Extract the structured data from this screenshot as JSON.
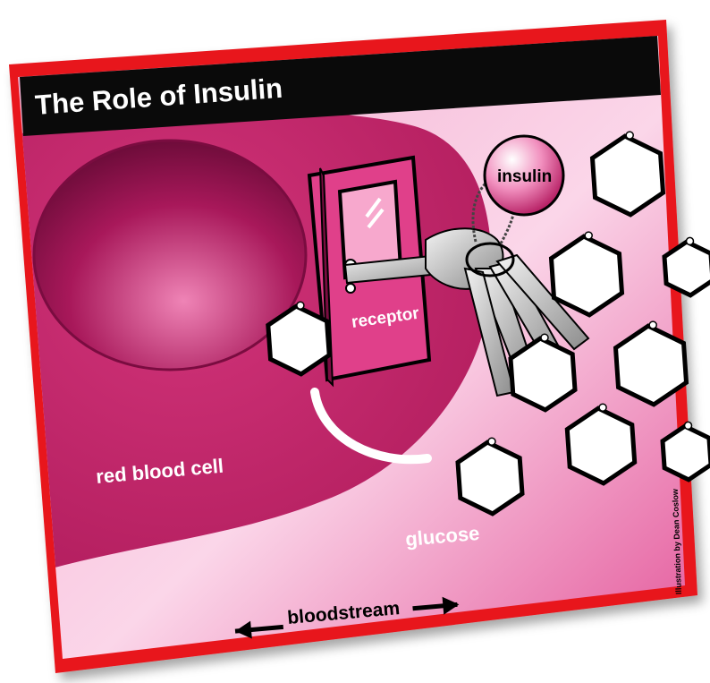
{
  "title": "The Role of Insulin",
  "labels": {
    "insulin": "insulin",
    "receptor": "receptor",
    "red_blood_cell": "red blood cell",
    "glucose": "glucose",
    "bloodstream": "bloodstream",
    "credit": "Illustration by Dean Coslow"
  },
  "icons": {
    "door": "door-icon",
    "keys": "key-ring-icon",
    "glucose": "hexagon-icon",
    "arrows": "double-arrow-icon"
  },
  "colors": {
    "frame": "#e8141c",
    "title_bar": "#0a0a0a",
    "title_text": "#ffffff",
    "cell": "#c6286c",
    "background": "#f6b9d7",
    "hexagon_fill": "#ffffff",
    "hexagon_stroke": "#000000"
  }
}
